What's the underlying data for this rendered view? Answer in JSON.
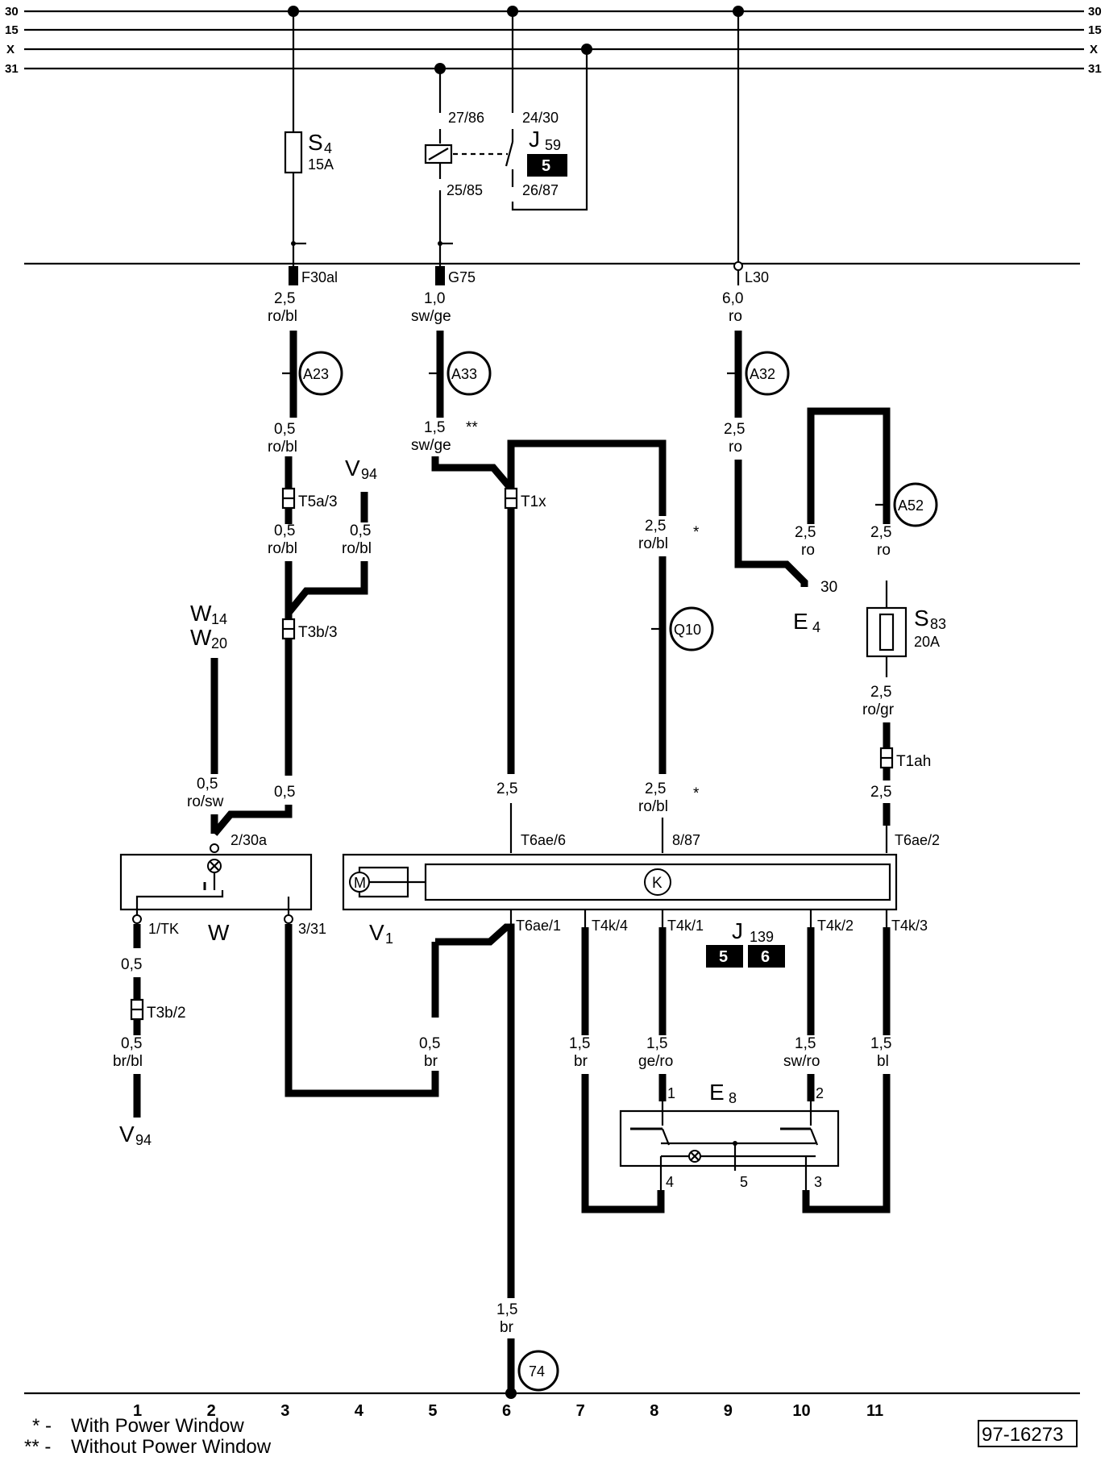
{
  "rails": {
    "r30": "30",
    "r15": "15",
    "rx": "X",
    "r31": "31"
  },
  "components": {
    "S4": "S",
    "S4_sub": "4",
    "S4_amp": "15A",
    "J59": "J",
    "J59_sub": "59",
    "J59_badge": "5",
    "S83": "S",
    "S83_sub": "83",
    "S83_amp": "20A",
    "A23": "A23",
    "A33": "A33",
    "A32": "A32",
    "A52": "A52",
    "Q10": "Q10",
    "c74": "74",
    "V94_top": "V",
    "V94_top_sub": "94",
    "V94_bot": "V",
    "V94_bot_sub": "94",
    "W14": "W",
    "W14_sub": "14",
    "W20": "W",
    "W20_sub": "20",
    "E4": "E",
    "E4_sub": "4",
    "E8": "E",
    "E8_sub": "8",
    "W": "W",
    "V1": "V",
    "V1_sub": "1",
    "J139": "J",
    "J139_sub": "139",
    "J139_badge1": "5",
    "J139_badge2": "6",
    "motor": "M",
    "relayK": "K"
  },
  "pins": {
    "p2786": "27/86",
    "p2430": "24/30",
    "p2585": "25/85",
    "p2687": "26/87",
    "F30al": "F30al",
    "G75": "G75",
    "L30": "L30",
    "T5a3": "T5a/3",
    "T3b3": "T3b/3",
    "T3b2": "T3b/2",
    "T1x": "T1x",
    "T1ah": "T1ah",
    "p230a": "2/30a",
    "p1TK": "1/TK",
    "p331": "3/31",
    "T6ae6": "T6ae/6",
    "p887": "8/87",
    "T6ae2": "T6ae/2",
    "T6ae1": "T6ae/1",
    "T4k4": "T4k/4",
    "T4k1": "T4k/1",
    "T4k2": "T4k/2",
    "T4k3": "T4k/3",
    "E4_30": "30",
    "E8_1": "1",
    "E8_2": "2",
    "E8_3": "3",
    "E8_4": "4",
    "E8_5": "5"
  },
  "wires": {
    "w1a": "2,5",
    "w1b": "ro/bl",
    "w2a": "1,0",
    "w2b": "sw/ge",
    "w3a": "6,0",
    "w3b": "ro",
    "w4a": "0,5",
    "w4b": "ro/bl",
    "w5a": "1,5",
    "w5b": "sw/ge",
    "w5c": "**",
    "w6a": "2,5",
    "w6b": "ro",
    "w7a": "0,5",
    "w7b": "ro/bl",
    "w8a": "0,5",
    "w8b": "ro/bl",
    "w9a": "2,5",
    "w9b": "ro/bl",
    "w9c": "*",
    "w10a": "2,5",
    "w10b": "ro",
    "w11a": "2,5",
    "w11b": "ro",
    "w12a": "2,5",
    "w12b": "ro/gr",
    "w13a": "0,5",
    "w13b": "ro/sw",
    "w14a": "0,5",
    "w15a": "2,5",
    "w16a": "2,5",
    "w16b": "ro/bl",
    "w16c": "*",
    "w17a": "2,5",
    "w18a": "0,5",
    "w19a": "0,5",
    "w19b": "br/bl",
    "w20a": "0,5",
    "w20b": "br",
    "w21a": "1,5",
    "w21b": "br",
    "w22a": "1,5",
    "w22b": "ge/ro",
    "w23a": "1,5",
    "w23b": "sw/ro",
    "w24a": "1,5",
    "w24b": "bl",
    "w25a": "1,5",
    "w25b": "br"
  },
  "track_numbers": [
    "1",
    "2",
    "3",
    "4",
    "5",
    "6",
    "7",
    "8",
    "9",
    "10",
    "11"
  ],
  "legend": {
    "l1_sym": "* -",
    "l1_text": "With Power Window",
    "l2_sym": "** -",
    "l2_text": "Without Power Window"
  },
  "ref": "97-16273"
}
